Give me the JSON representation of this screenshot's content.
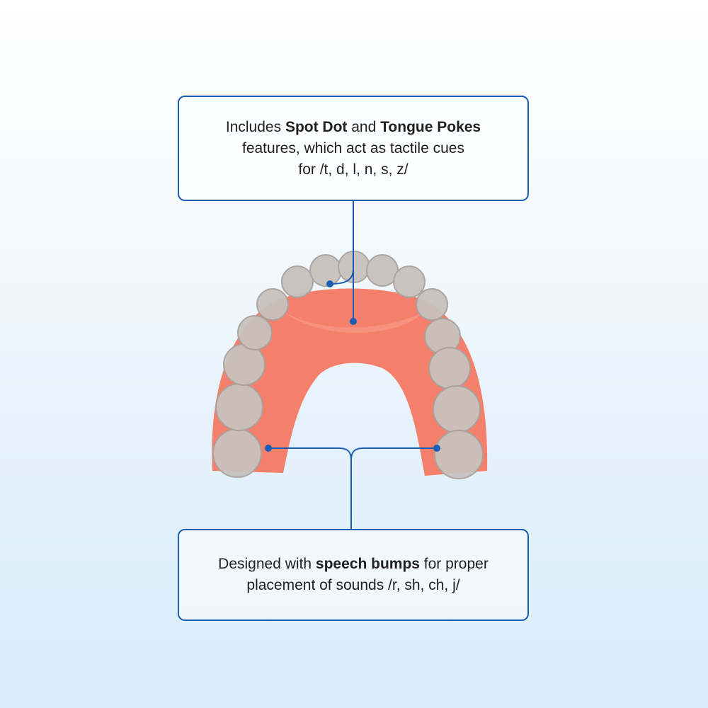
{
  "callouts": {
    "top": {
      "pre": "Includes ",
      "bold1": "Spot Dot",
      "mid": " and ",
      "bold2": "Tongue Pokes",
      "line2": "features, which act as tactile cues",
      "line3": "for /t, d, l, n, s, z/"
    },
    "bottom": {
      "pre": "Designed with ",
      "bold": "speech bumps",
      "post": " for proper",
      "line2": "placement of sounds /r, sh, ch, j/"
    }
  },
  "colors": {
    "accent": "#1a5fb4",
    "palate": "#f47f6b",
    "aligner": "#c9c3bf"
  }
}
